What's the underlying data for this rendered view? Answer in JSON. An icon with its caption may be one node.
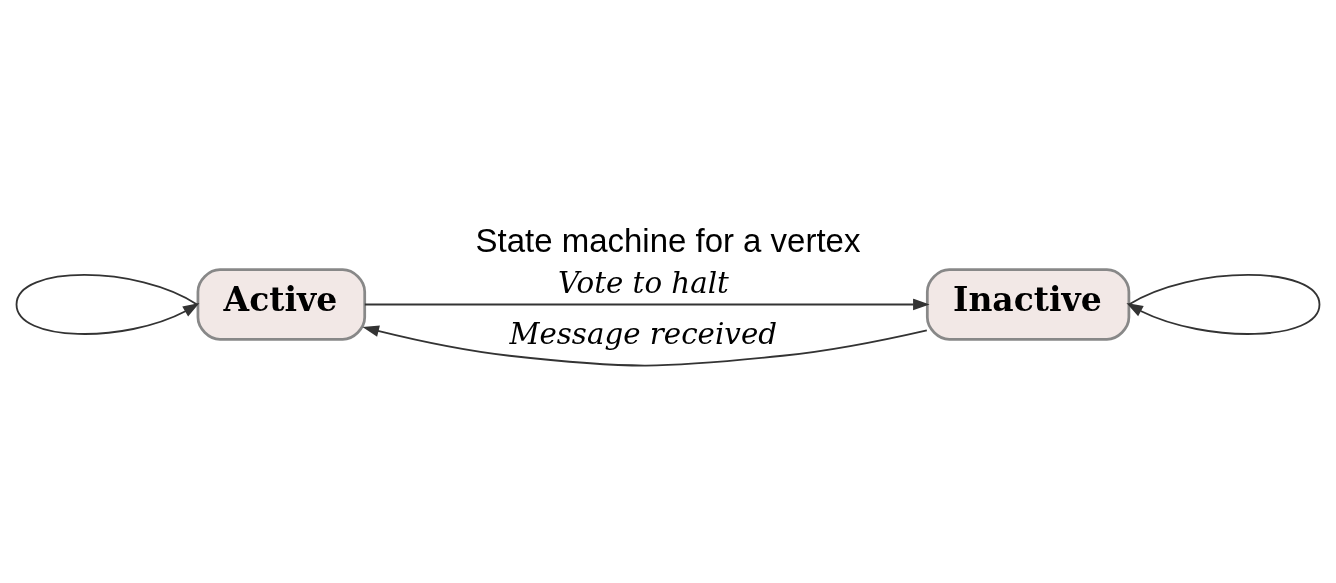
{
  "diagram": {
    "title": "State machine for a vertex",
    "nodes": [
      {
        "text": [
          "Active"
        ]
      },
      {
        "text": [
          "Inactive"
        ]
      }
    ],
    "edges": [
      {
        "from": 0,
        "to": 0,
        "arrow": "to"
      },
      {
        "from": 0,
        "to": 1,
        "arrow": "to",
        "label": "Vote to halt"
      },
      {
        "from": 1,
        "to": 0,
        "arrow": "to",
        "label": "Message received"
      },
      {
        "from": 1,
        "to": 1,
        "arrow": "to"
      }
    ]
  }
}
